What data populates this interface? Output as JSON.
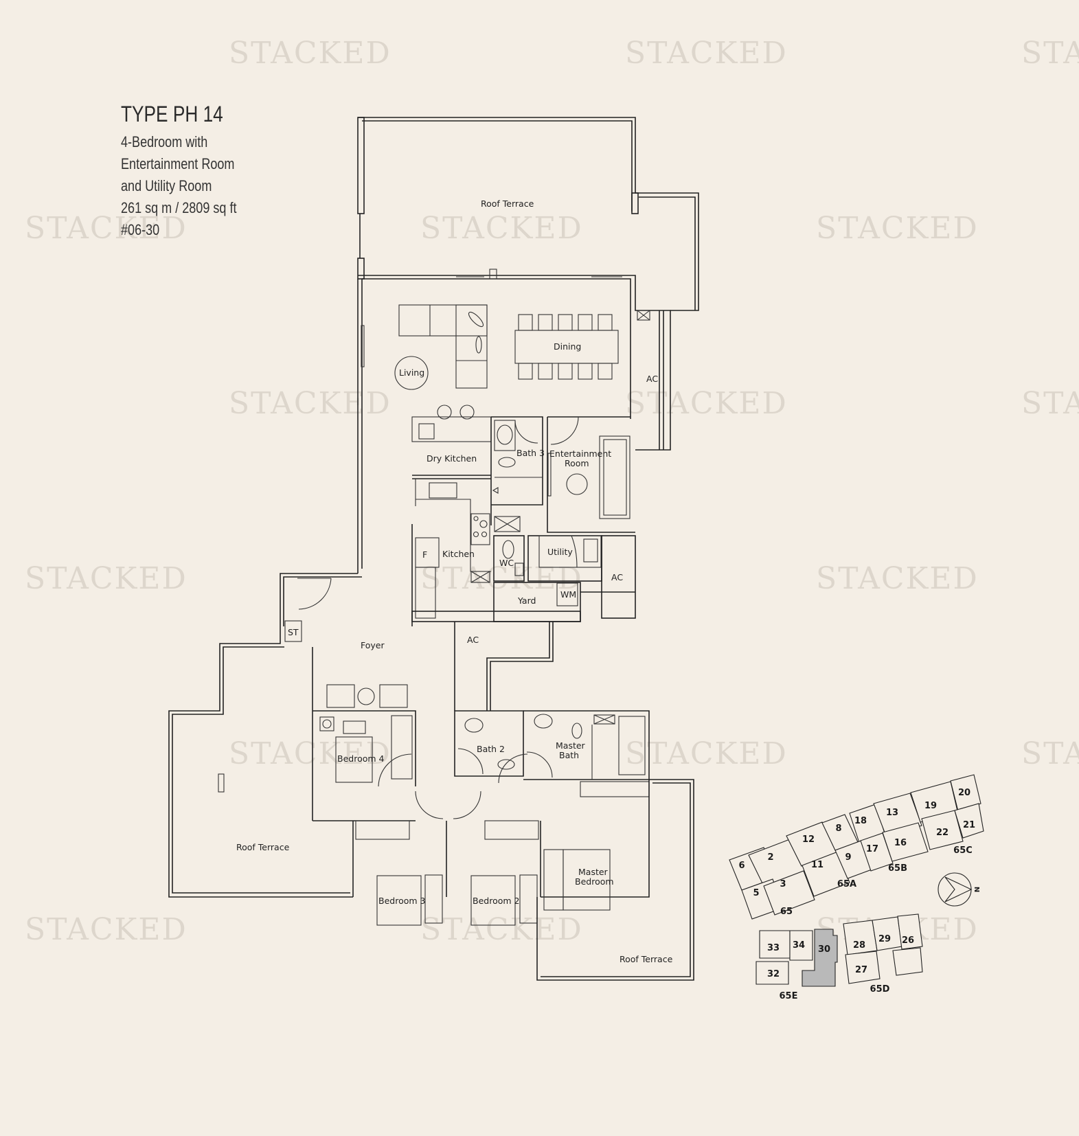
{
  "unit": {
    "type_title": "TYPE PH 14",
    "description_lines": [
      "4-Bedroom with",
      "Entertainment Room",
      "and Utility Room"
    ],
    "area": "261 sq m / 2809 sq ft",
    "unit_number": "#06-30"
  },
  "watermark": "STACKED",
  "rooms": {
    "roof_terrace_top": "Roof Terrace",
    "living": "Living",
    "dining": "Dining",
    "ac_1": "AC",
    "dry_kitchen": "Dry Kitchen",
    "bath_3": "Bath 3",
    "entertainment_room_l1": "Entertainment",
    "entertainment_room_l2": "Room",
    "fridge": "F",
    "kitchen": "Kitchen",
    "wc": "WC",
    "utility": "Utility",
    "ac_2": "AC",
    "yard": "Yard",
    "wm": "WM",
    "st": "ST",
    "foyer": "Foyer",
    "ac_3": "AC",
    "bedroom_4": "Bedroom 4",
    "bath_2": "Bath 2",
    "master_bath_l1": "Master",
    "master_bath_l2": "Bath",
    "roof_terrace_left": "Roof Terrace",
    "bedroom_3": "Bedroom 3",
    "bedroom_2": "Bedroom 2",
    "master_bedroom_l1": "Master",
    "master_bedroom_l2": "Bedroom",
    "roof_terrace_bottom": "Roof Terrace"
  },
  "key_plan": {
    "highlighted_unit": "30",
    "highlight_color": "#b9b9b9",
    "units": [
      "6",
      "2",
      "12",
      "8",
      "18",
      "13",
      "19",
      "20",
      "5",
      "3",
      "11",
      "9",
      "17",
      "16",
      "22",
      "21",
      "33",
      "34",
      "30",
      "32",
      "28",
      "29",
      "26",
      "27"
    ],
    "blocks": [
      "65",
      "65A",
      "65B",
      "65C",
      "65D",
      "65E"
    ],
    "compass_label": "N"
  }
}
